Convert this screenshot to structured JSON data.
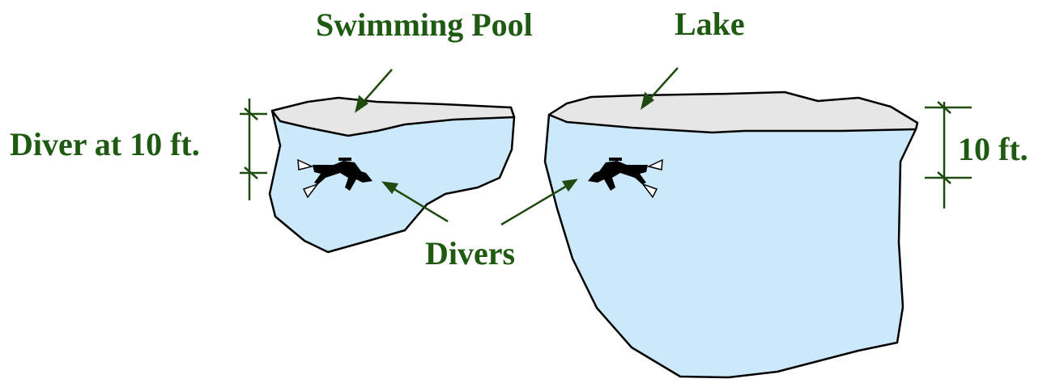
{
  "colors": {
    "label": "#1f5a12",
    "water": "#cce8fb",
    "surface": "#e6e6e6",
    "outline": "#000000",
    "arrow": "#1f4a10"
  },
  "labels": {
    "pool_title": "Swimming Pool",
    "lake_title": "Lake",
    "pool_depth": "Diver at 10 ft.",
    "lake_depth": "10 ft.",
    "divers": "Divers"
  }
}
